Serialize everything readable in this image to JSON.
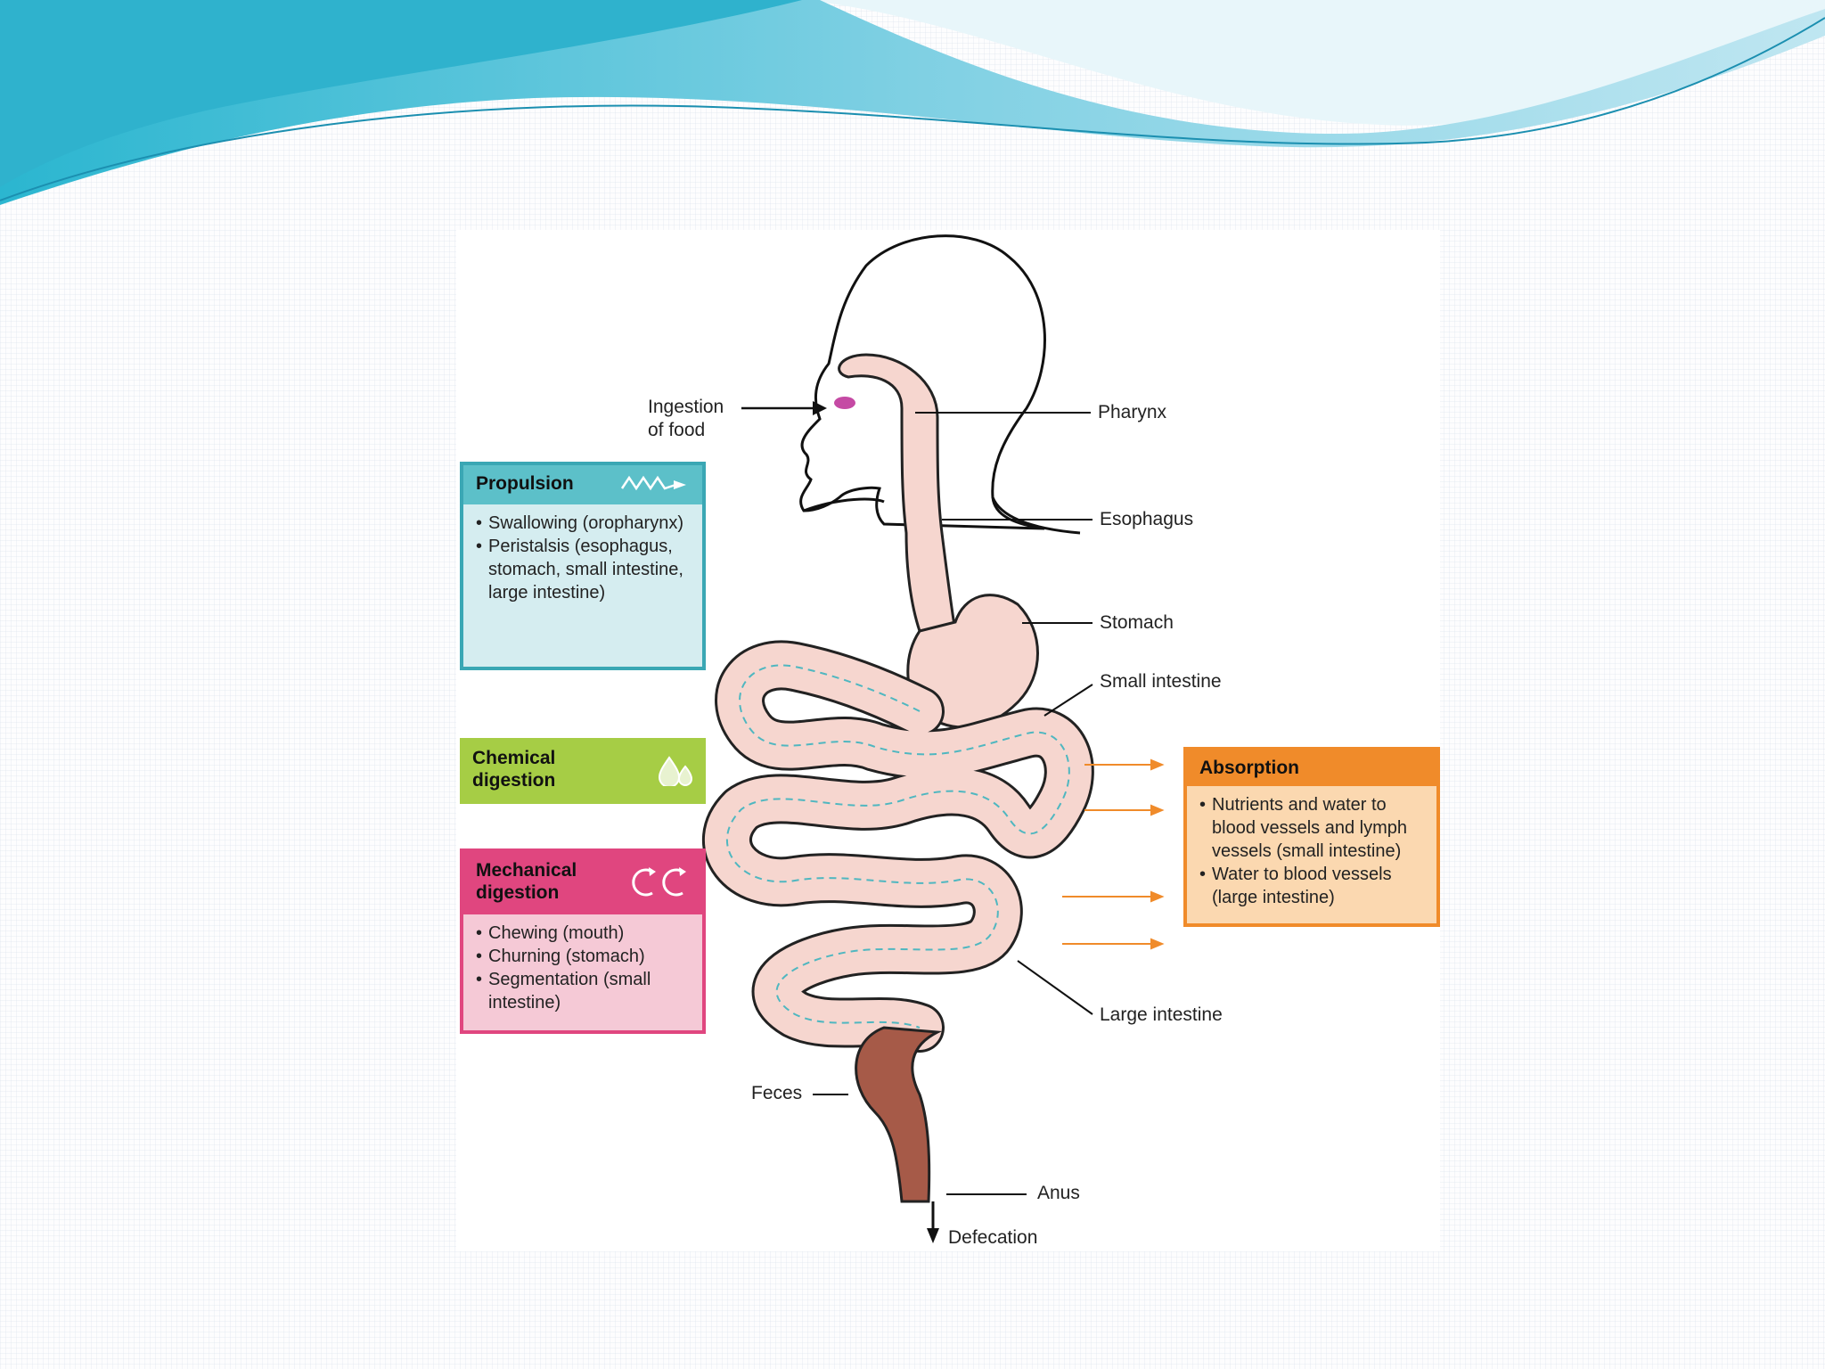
{
  "colors": {
    "wave_dark": "#33b7cf",
    "wave_light": "#bfe6f1",
    "propulsion_border": "#3aa7b4",
    "propulsion_header": "#5cc0c9",
    "propulsion_body": "#d5edf0",
    "chemical": "#a6cd45",
    "mechanical_header": "#e0467f",
    "mechanical_body": "#f5c9d6",
    "absorption_header": "#f08b2a",
    "absorption_body": "#fbd8b0",
    "tract_fill": "#f6d6cf",
    "tract_outline": "#222222"
  },
  "diagram": {
    "labels": {
      "ingestion": [
        "Ingestion",
        "of food"
      ],
      "pharynx": "Pharynx",
      "esophagus": "Esophagus",
      "stomach": "Stomach",
      "small_intestine": "Small intestine",
      "large_intestine": "Large intestine",
      "feces": "Feces",
      "anus": "Anus",
      "defecation": "Defecation"
    },
    "propulsion": {
      "title": "Propulsion",
      "icon": "wave-arrow-icon",
      "items": [
        "Swallowing (oropharynx)",
        "Peristalsis (esophagus, stomach, small intestine, large intestine)"
      ]
    },
    "chemical": {
      "title_line1": "Chemical",
      "title_line2": "digestion",
      "icon": "droplets-icon"
    },
    "mechanical": {
      "title_line1": "Mechanical",
      "title_line2": "digestion",
      "icon": "churning-arrows-icon",
      "items": [
        "Chewing (mouth)",
        "Churning (stomach)",
        "Segmentation (small intestine)"
      ]
    },
    "absorption": {
      "title": "Absorption",
      "items": [
        "Nutrients and water to blood vessels and lymph vessels (small intestine)",
        "Water to blood vessels (large intestine)"
      ]
    }
  }
}
